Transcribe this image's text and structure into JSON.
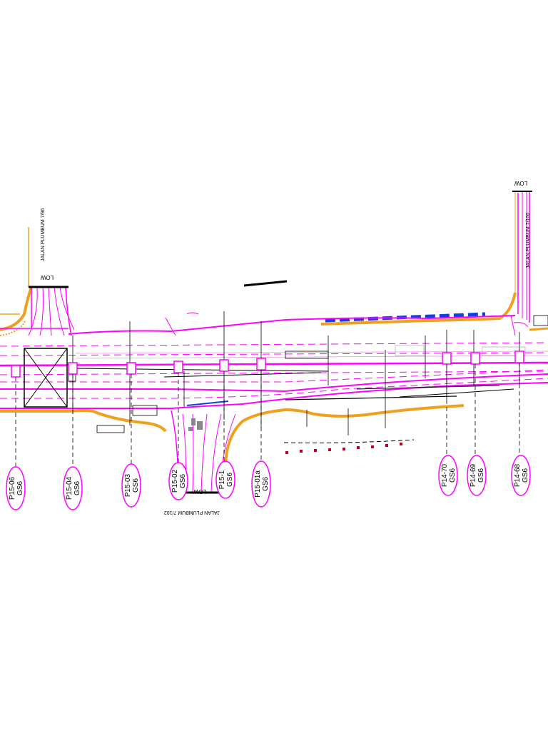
{
  "streets": {
    "left": "JALAN PLUMBUM 7/96",
    "right": "JALAN PLUMBUM 7/100",
    "bottom": "JALAN PLUMBUM 7/102"
  },
  "low_label": "LOW",
  "poles": [
    {
      "line1": "P15-06",
      "line2": "GS6"
    },
    {
      "line1": "P15-04",
      "line2": "GS6"
    },
    {
      "line1": "P15-03",
      "line2": "GS6"
    },
    {
      "line1": "P15-02",
      "line2": "GS6"
    },
    {
      "line1": "P15-1",
      "line2": "GS6"
    },
    {
      "line1": "P15-01a",
      "line2": "GS6"
    },
    {
      "line1": "P14-70",
      "line2": "GS6"
    },
    {
      "line1": "P14-69",
      "line2": "GS6"
    },
    {
      "line1": "P14-68",
      "line2": "GS6"
    }
  ],
  "colors": {
    "road_marking": "#ff00ff",
    "kerb": "#f0a020",
    "drain": "#1040e0",
    "linework": "#000000",
    "utility": "#888888"
  }
}
